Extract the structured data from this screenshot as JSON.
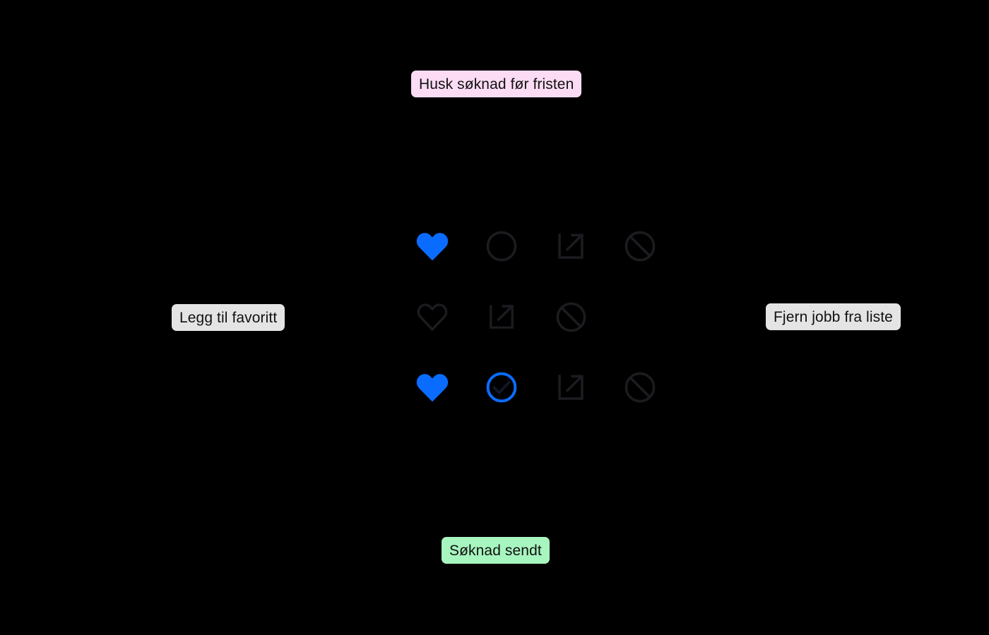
{
  "background_color": "#000000",
  "theme": {
    "accent_blue": "#0a6cff",
    "icon_dark": "#1c1c20",
    "badge_pink": "#fbdcf4",
    "badge_grey": "#e4e4e4",
    "badge_green": "#a7f5bf",
    "badge_text": "#111111"
  },
  "badges": {
    "deadline": "Husk søknad før fristen",
    "favorite": "Legg til favoritt",
    "remove": "Fjern jobb fra liste",
    "applied": "Søknad sendt"
  },
  "icon_rows": [
    {
      "row_id": "row-1",
      "icons": [
        {
          "name": "heart-filled-icon",
          "state": "active",
          "color": "#0a6cff"
        },
        {
          "name": "circle-outline-icon",
          "state": "default",
          "color": "#1c1c20"
        },
        {
          "name": "share-icon",
          "state": "default",
          "color": "#1c1c20"
        },
        {
          "name": "ban-icon",
          "state": "default",
          "color": "#1c1c20"
        }
      ]
    },
    {
      "row_id": "row-2",
      "icons": [
        {
          "name": "heart-outline-icon",
          "state": "default",
          "color": "#1c1c20"
        },
        {
          "name": "share-icon",
          "state": "default",
          "color": "#1c1c20"
        },
        {
          "name": "ban-icon",
          "state": "default",
          "color": "#1c1c20"
        }
      ]
    },
    {
      "row_id": "row-3",
      "icons": [
        {
          "name": "heart-filled-icon",
          "state": "active",
          "color": "#0a6cff"
        },
        {
          "name": "check-circle-icon",
          "state": "active",
          "color": "#0a6cff"
        },
        {
          "name": "share-icon",
          "state": "default",
          "color": "#1c1c20"
        },
        {
          "name": "ban-icon",
          "state": "default",
          "color": "#1c1c20"
        }
      ]
    }
  ]
}
